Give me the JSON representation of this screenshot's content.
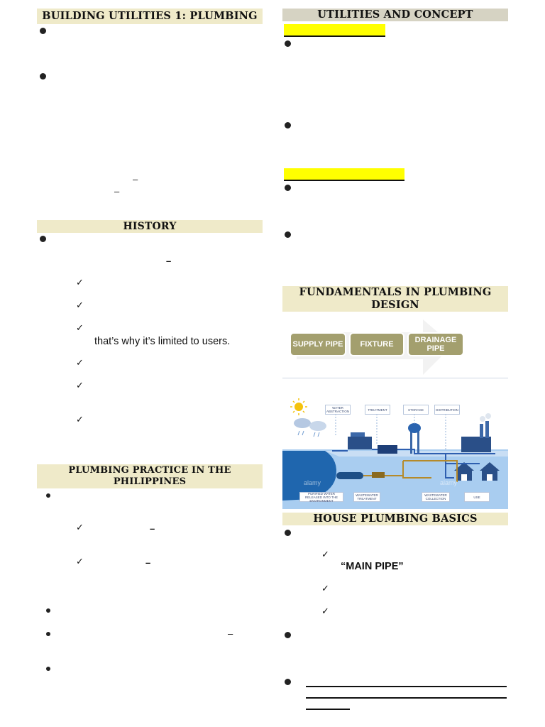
{
  "left": {
    "title": "BUILDING UTILITIES 1: PLUMBING",
    "history_title": "HISTORY",
    "history_line": "that’s why it’s limited to users.",
    "practice_title": "PLUMBING PRACTICE IN THE PHILIPPINES"
  },
  "right": {
    "title": "UTILITIES AND CONCEPT",
    "fundamentals_title": "FUNDAMENTALS IN PLUMBING DESIGN",
    "flow_steps": [
      "SUPPLY PIPE",
      "FIXTURE",
      "DRAINAGE PIPE"
    ],
    "cycle_labels_top": [
      "WATER ABSTRACTION",
      "TREATMENT",
      "STORAGE",
      "DISTRIBUTION"
    ],
    "cycle_labels_bottom": [
      "PURIFIED WATER RELEASED INTO THE ENVIRONMENT",
      "WASTEWATER TREATMENT",
      "WASTEWATER COLLECTION",
      "USE"
    ],
    "watermark": "alamy",
    "house_title": "HOUSE PLUMBING BASICS",
    "main_pipe": "“MAIN PIPE”"
  },
  "marks": {
    "dash": "–",
    "check": "✓"
  },
  "colors": {
    "header_bg": "#efeac9",
    "header_gray": "#d6d3c3",
    "highlight": "#ffff00",
    "flow_box": "#a39f6e",
    "water": "#1f66ae"
  }
}
